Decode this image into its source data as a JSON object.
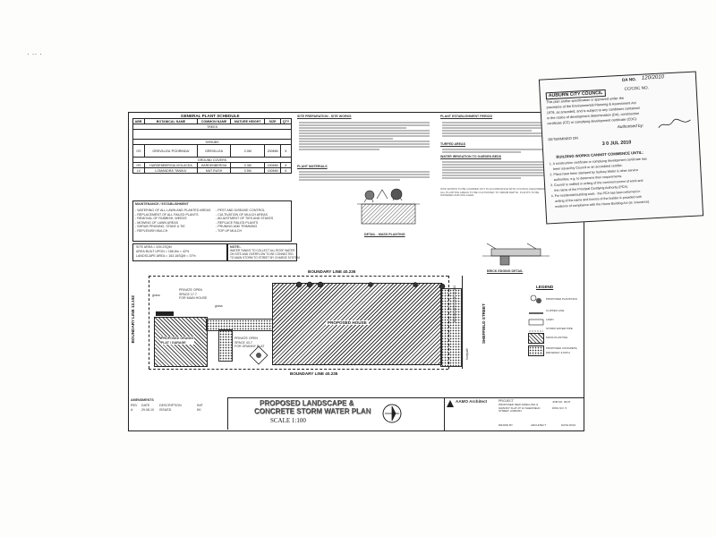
{
  "page": {
    "specks": "·  ·· ·"
  },
  "schedule": {
    "title": "GENERAL PLANT SCHEDULE",
    "headers": [
      "ABR.",
      "BOTANICAL NAME",
      "COMMON NAME",
      "MATURE HEIGHT",
      "SIZE",
      "QTY"
    ],
    "sections": [
      "TREES",
      "SHRUBS",
      "GROUND COVERS"
    ],
    "shrub_row": [
      "GS",
      "GREVILLEA 'POORINDA'",
      "GREVILLEA",
      "2.0M",
      "200MM",
      "5"
    ],
    "gc_rows": [
      [
        "HS",
        "HARDENBERGIA VIOLACEA",
        "HARDENBERGIA",
        "0.3M",
        "150MM",
        "8"
      ],
      [
        "LV",
        "LOMANDRA 'TANIKA'",
        "MAT RUSH",
        "0.5M",
        "150MM",
        "6"
      ]
    ]
  },
  "maintenance": {
    "title": "MAINTENANCE / ESTABLISHMENT",
    "left": "- WATERING OF ALL LAWN AND PLANTED AREAS\n- REPLACEMENT OF ALL FAILED PLANTS\n- REMOVAL OF RUBBISH, WEEDS\n- MOWING OF LAWN AREAS\n- SHRUB PRUNING, STAKE & TIE\n- REPLENISH MULCH",
    "right": "- PEST AND DISEASE CONTROL\n- CULTIVATION OF MULCH AREAS\n- ADJUSTMENT OF TIES AND STAKES\n- REPLACE FAILED PLANTS\n- PRUNING AND TRIMMING\n- TOP UP MULCH"
  },
  "site": {
    "area_label": "SITE AREA = 439.2SQM",
    "built_label": "AREA BUILT UPON = 186.8m = 42%",
    "land_label": "LANDSCAPE AREA = 163.16SQM = 37%"
  },
  "note": {
    "title": "NOTE:-",
    "text": "WATER TANK/S TO COLLECT ALL ROOF WATER\nON SITE AND OVERFLOW TO BE CONNECTED\nTO MAIN STORM TO STREET BY CHARGE SYSTEM"
  },
  "specs": {
    "site_prep_title": "SITE PREPARATION - SITE WORKS",
    "planting_title": "PLANT MATERIALS",
    "establish_title": "PLANT ESTABLISHMENT PERIOD",
    "turf_title": "TURFED AREAS",
    "water_title": "WATER IRRIGATION TO GARDEN BEDS",
    "body": "SITE WORKS TO BE CARRIED OUT IN ACCORDANCE WITH COUNCIL REQUIREMENTS. ALL PLANTING AREAS TO BE CULTIVATED TO 300MM DEPTH. PLANTS TO BE WATERED AND MULCHED."
  },
  "details": {
    "mass_planting": "DETAIL - MASS PLANTING",
    "brick_edging": "BRICK EDGING DETAIL"
  },
  "plan": {
    "boundary_top": "BOUNDARY LINE 40.235",
    "boundary_bottom": "BOUNDARY LINE 40.235",
    "boundary_left": "BOUNDARY LINE 12.192",
    "boundary_right": "BOUNDARY LINE 12.192",
    "street": "SHEFFIELD STREET",
    "proposed_house": "PROPOSED HOUSE",
    "private_open_1": "PRIVATE OPEN\nSPACE 17.7\nFOR MAIN HOUSE",
    "private_open_2": "PRIVATE OPEN\nSPACE 43.7\nFOR GRANNY FLAT",
    "granny_flat": "PROPOSED GRANNY\nFLAT / GARAGE",
    "grass": "grass",
    "footpath": "footpath"
  },
  "legend": {
    "title": "LEGEND",
    "items": [
      "PROPOSED PLANTINGS",
      "CLIPPED LINE",
      "LAWN",
      "STORM WATER PIPE",
      "MASS PLANTING",
      "PROPOSED CONCRETE DRIVEWAY & PATH"
    ]
  },
  "title_block": {
    "amendments": "AMENDMENTS",
    "rev_cols": [
      "REV",
      "DATE",
      "DESCRIPTION",
      "INIT"
    ],
    "rev_row": [
      "A",
      "29.08.10",
      "ISSUED",
      "KK"
    ],
    "drawing_title_1": "PROPOSED LANDSCAPE &",
    "drawing_title_2": "CONCRETE STORM WATER PLAN",
    "scale": "SCALE 1:100",
    "company": "AAMO Architect",
    "project_label": "PROJECT",
    "project": "PROPOSED NEW DWELLING & GRANNY FLAT AT 12 SHEFFIELD STREET, AUBURN",
    "job_label": "JOB NO. 30/47",
    "dwg_label": "DWG NO. 5",
    "drawn": "DRAWN BY",
    "checked": "ARCHITECT",
    "date": "DATE 06/10"
  },
  "stamp": {
    "date_label": "DA NO.",
    "date_value": "120/2010",
    "council": "AUBURN CITY COUNCIL",
    "cc_label": "CC/CDC NO.",
    "text1": "This plan and/or specification is approved under the",
    "text2": "provisions of the Environmental Planning & Assessment Act",
    "text3": "1979, as amended, and is subject to any conditions contained",
    "text4": "in the notice of development determination (DA), construction",
    "text5": "certificate (CC) or complying development certificate (CDC).",
    "authorised": "Authorised by:",
    "determined": "DETERMINED ON",
    "determined_date": "3 0 JUL 2010",
    "warning": "BUILDING WORKS CANNOT COMMENCE UNTIL:",
    "w1": "1. A construction certificate or complying development certificate has",
    "w2": "been issued by Council or an accredited certifier.",
    "w3": "2. Plans have been stamped by Sydney Water & other service",
    "w4": "authorities, e.g. to determine their requirements.",
    "w5": "3. Council is notified in writing of the commencement of work and",
    "w6": "the name of the Principal Certifying Authority (PCA).",
    "w7": "4. For residential building work - the PCA has been informed in",
    "w8": "writing of the name and licence of the builder & provided with",
    "w9": "evidence of compliance with the Home Building Act (ie: insurance)."
  }
}
